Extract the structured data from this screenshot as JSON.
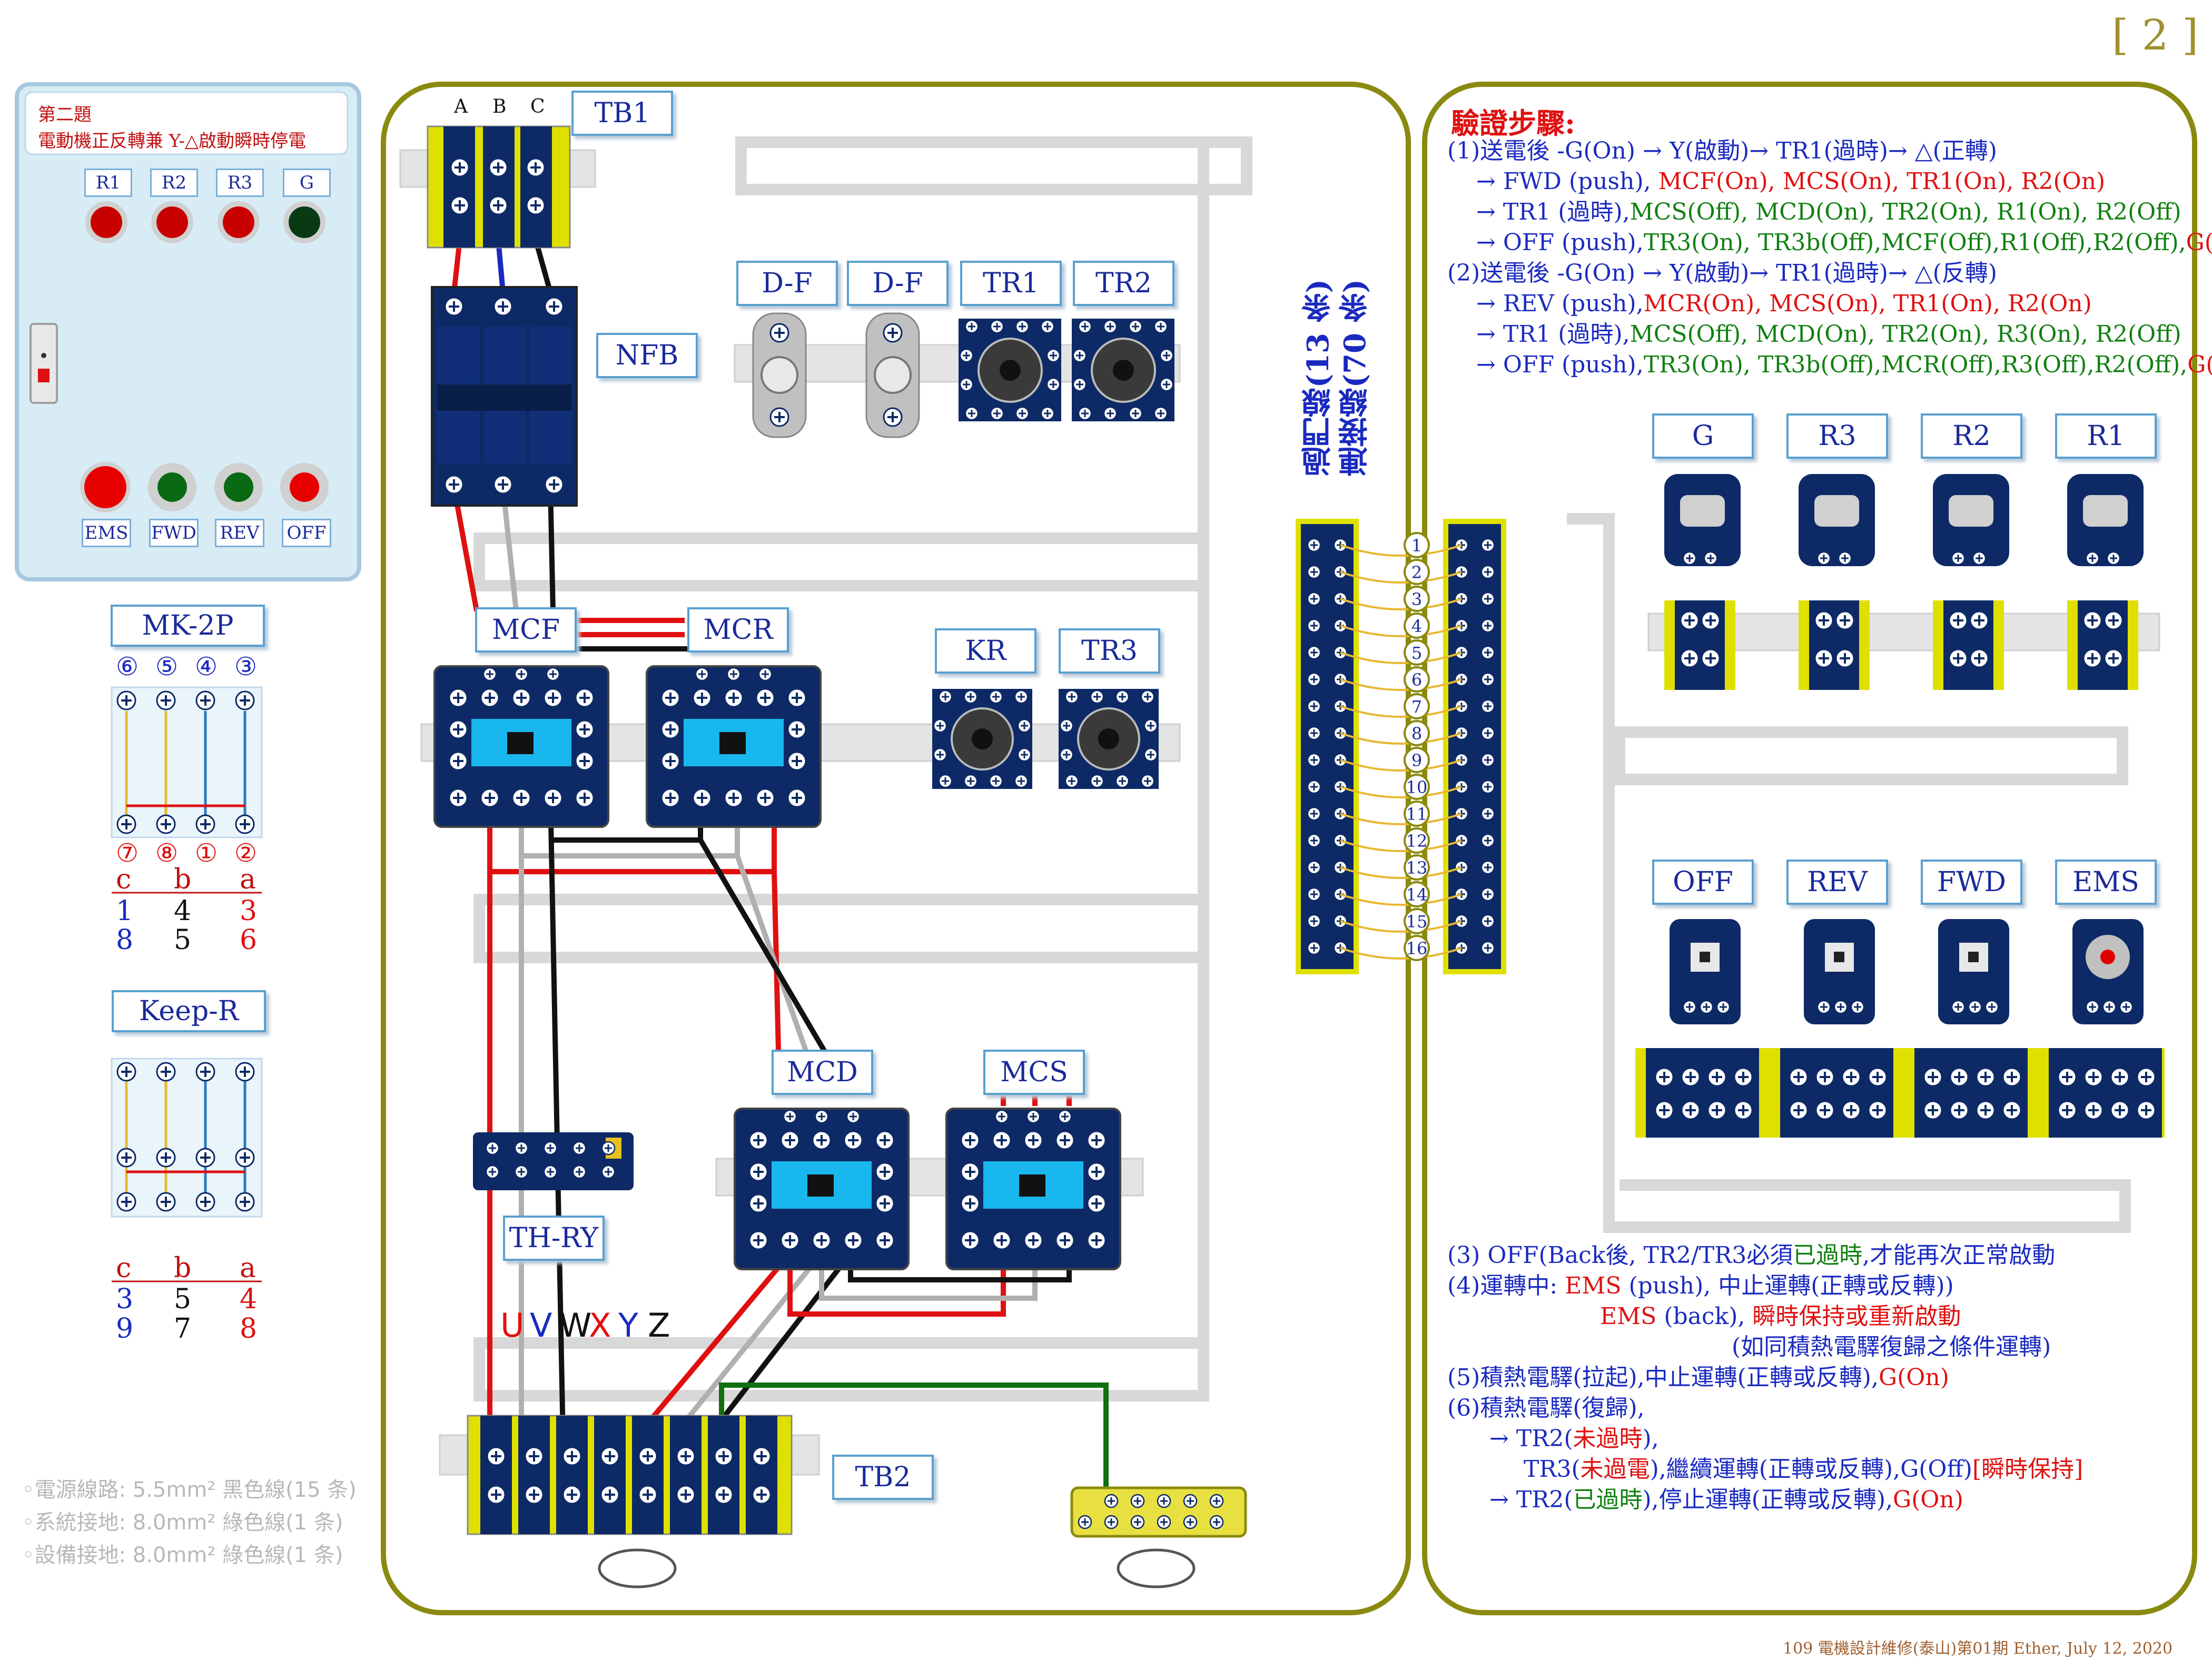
{
  "page_number": "[ 2 ]",
  "panel": {
    "title_line1": "第二題",
    "title_line2": "電動機正反轉兼 Y-△啟動瞬時停電",
    "lamps": [
      "R1",
      "R2",
      "R3",
      "G"
    ],
    "buttons": [
      "EMS",
      "FWD",
      "REV",
      "OFF"
    ]
  },
  "terminals": {
    "phase_labels": [
      "A",
      "B",
      "C"
    ],
    "output_labels": [
      "U",
      "V",
      "W",
      "X",
      "Y",
      "Z"
    ],
    "numbers": [
      "1",
      "2",
      "3",
      "4",
      "5",
      "6",
      "7",
      "8",
      "9",
      "10",
      "11",
      "12",
      "13",
      "14",
      "15",
      "16"
    ]
  },
  "labels": {
    "tb1": "TB1",
    "nfb": "NFB",
    "df1": "D-F",
    "df2": "D-F",
    "tr1": "TR1",
    "tr2": "TR2",
    "mcf": "MCF",
    "mcr": "MCR",
    "kr": "KR",
    "tr3": "TR3",
    "mcd": "MCD",
    "mcs": "MCS",
    "thry": "TH-RY",
    "tb2": "TB2",
    "g": "G",
    "r3": "R3",
    "r2": "R2",
    "r1": "R1",
    "off": "OFF",
    "rev": "REV",
    "fwd": "FWD",
    "ems": "EMS"
  },
  "vertical_text": {
    "line1": "過門線(13 条)",
    "line2": "連接線(70 条)"
  },
  "mk2p": {
    "title": "MK-2P",
    "top_pins": [
      "⑥",
      "⑤",
      "④",
      "③"
    ],
    "bottom_pins": [
      "⑦",
      "⑧",
      "①",
      "②"
    ],
    "table_header": [
      "c",
      "b",
      "a"
    ],
    "row1": [
      "1",
      "4",
      "3"
    ],
    "row2": [
      "8",
      "5",
      "6"
    ]
  },
  "keepr": {
    "title": "Keep-R",
    "table_header": [
      "c",
      "b",
      "a"
    ],
    "row1": [
      "3",
      "5",
      "4"
    ],
    "row2": [
      "9",
      "7",
      "8"
    ]
  },
  "legend": [
    "◦電源線路: 5.5mm² 黑色線(15 条)",
    "◦系統接地: 8.0mm² 綠色線(1 条)",
    "◦設備接地: 8.0mm² 綠色線(1 条)"
  ],
  "steps": {
    "title": "驗證步驟:",
    "s1_head": "(1)送電後 -G(On) → Y(啟動)→ TR1(過時)→ △(正轉)",
    "s1_a_black": "→ FWD (push),",
    "s1_a_red": "MCF(On), MCS(On), TR1(On), R2(On)",
    "s1_b_black": "→ TR1 (過時),",
    "s1_b_green": "MCS(Off), MCD(On), TR2(On), R1(On), R2(Off)",
    "s1_c_black": "→ OFF (push),",
    "s1_c_green": "TR3(On), TR3b(Off),MCF(Off),R1(Off),R2(Off),",
    "s1_c_red": "G(On)",
    "s2_head": "(2)送電後 -G(On) → Y(啟動)→ TR1(過時)→ △(反轉)",
    "s2_a_black": "→ REV (push),",
    "s2_a_red": "MCR(On), MCS(On), TR1(On), R2(On)",
    "s2_b_black": "→ TR1 (過時),",
    "s2_b_green": "MCS(Off), MCD(On), TR2(On), R3(On), R2(Off)",
    "s2_c_black": "→ OFF (push),",
    "s2_c_green": "TR3(On), TR3b(Off),MCR(Off),R3(Off),R2(Off),",
    "s2_c_red": "G(On)",
    "s3_a": "(3) OFF(Back後, TR2/TR3",
    "s3_b": "必須",
    "s3_c": "已過時",
    "s3_d": ",才能再次正常啟動",
    "s4_a": "(4)運轉中:",
    "s4_b": "EMS",
    "s4_c": "(push), 中止運轉(正轉或反轉))",
    "s4_d": "EMS",
    "s4_e": "(back),",
    "s4_f": "瞬時保持或重新啟動",
    "s4_g": "(如同積熱電驛復歸之條件運轉)",
    "s5_a": "(5)積熱電驛(拉起),中止運轉(正轉或反轉),",
    "s5_b": "G(On)",
    "s6_a": "(6)積熱電驛(復歸),",
    "s6_b1": "→ TR2(",
    "s6_b2": "未過時",
    "s6_b3": "),",
    "s6_c1": "TR3(",
    "s6_c2": "未過電",
    "s6_c3": "),繼續運轉(正轉或反轉),G(Off)",
    "s6_c4": "[瞬時保持]",
    "s6_d1": "→ TR2(",
    "s6_d2": "已過時",
    "s6_d3": "),停止運轉(正轉或反轉),",
    "s6_d4": "G(On)"
  },
  "footer": "109 電機設計維修(泰山)第01期 Ether, July 12, 2020",
  "colors": {
    "frame": "#8a8a10",
    "device_blue": "#0d2a66",
    "label_border": "#5aa0d0",
    "wire_red": "#e01010",
    "wire_black": "#111111",
    "wire_gray": "#b0b0b0",
    "wire_green": "#107010",
    "wire_yellow": "#e8b830"
  }
}
